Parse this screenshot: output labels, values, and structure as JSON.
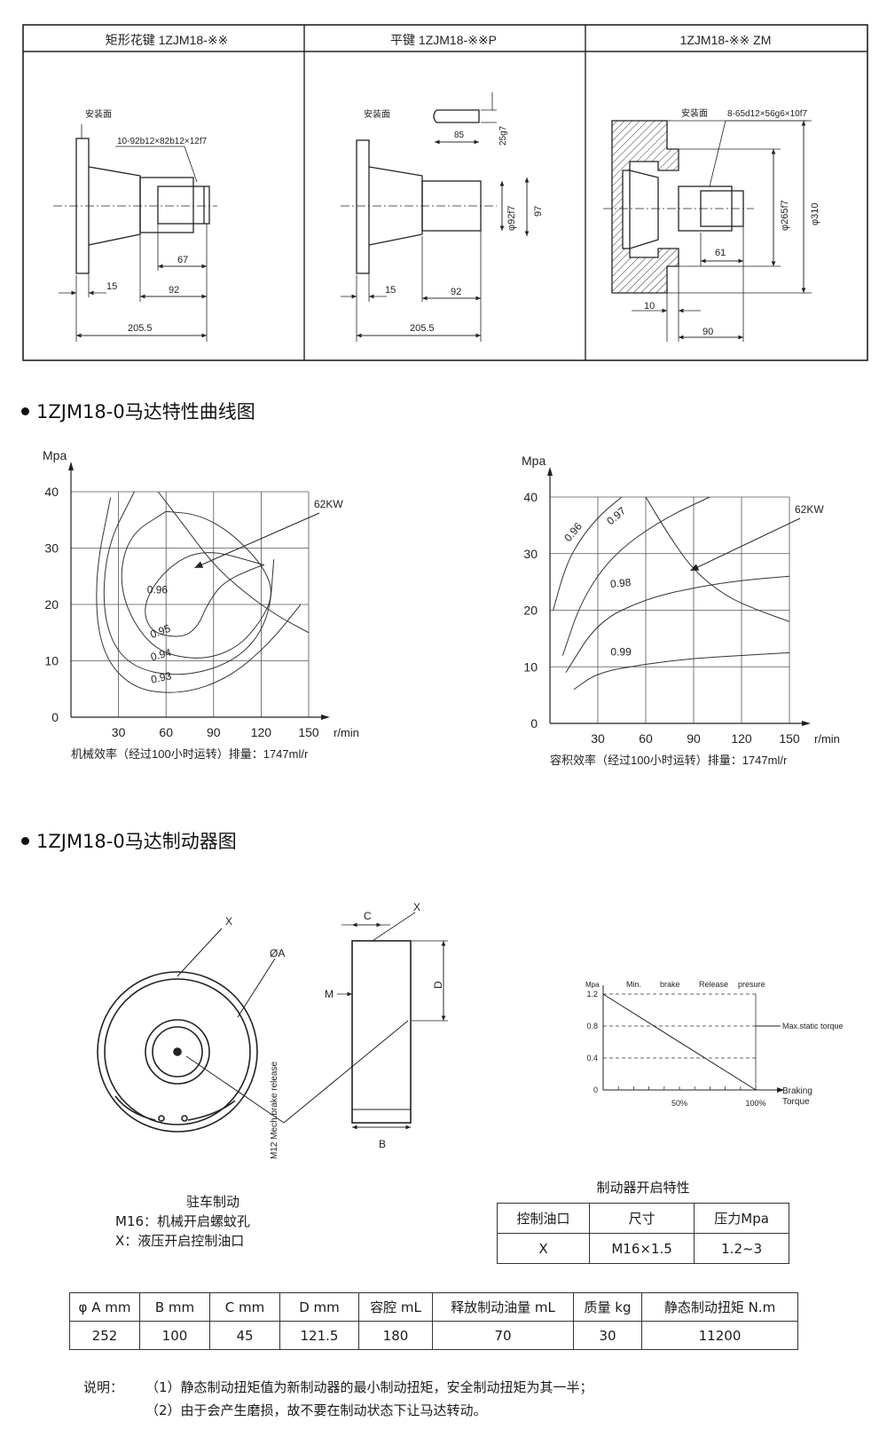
{
  "shaft_table": {
    "headers": [
      "矩形花键 1ZJM18-※※",
      "平键 1ZJM18-※※P",
      "1ZJM18-※※ ZM"
    ],
    "d1": {
      "face": "安装面",
      "spline": "10-92b12×82b12×12f7",
      "dims": [
        "67",
        "15",
        "92",
        "205.5"
      ]
    },
    "d2": {
      "face": "安装面",
      "dims": [
        "85",
        "25g7",
        "φ92f7",
        "97",
        "15",
        "92",
        "205.5"
      ]
    },
    "d3": {
      "face": "安装面",
      "spline": "8-65d12×56g6×10f7",
      "dims": [
        "φ265f7",
        "φ310",
        "61",
        "10",
        "90"
      ]
    }
  },
  "section1": {
    "title": "1ZJM18-0马达特性曲线图"
  },
  "chart_data": [
    {
      "type": "line",
      "title": "",
      "ylabel": "Mpa",
      "xlabel": "r/min",
      "caption": "机械效率（经过100小时运转）排量：1747ml/r",
      "x_ticks": [
        "30",
        "60",
        "90",
        "120",
        "150"
      ],
      "y_ticks": [
        "0",
        "10",
        "20",
        "30",
        "40"
      ],
      "xlim": [
        0,
        150
      ],
      "ylim": [
        0,
        40
      ],
      "contour_labels": [
        "0.96",
        "0.95",
        "0.94",
        "0.93"
      ],
      "power_curve_label": "62KW",
      "series": [
        {
          "name": "0.96",
          "x": [
            122,
            84,
            60,
            45,
            50,
            70,
            80,
            86,
            96,
            116,
            122
          ],
          "y": [
            27,
            30,
            26.5,
            20,
            15,
            14,
            16,
            20,
            24,
            26.5,
            27
          ]
        },
        {
          "name": "0.95",
          "x": [
            60,
            35,
            30,
            50,
            80,
            104,
            120,
            128,
            121,
            100,
            80,
            60
          ],
          "y": [
            36.5,
            32,
            22,
            12,
            10,
            12,
            17,
            22,
            27,
            33,
            36,
            36.5
          ]
        },
        {
          "name": "0.94",
          "x": [
            40,
            22,
            20,
            35,
            70,
            105,
            125,
            128
          ],
          "y": [
            40,
            30,
            17,
            9,
            7,
            10,
            17,
            28
          ]
        },
        {
          "name": "0.93",
          "x": [
            25,
            15,
            18,
            38,
            70,
            100,
            125,
            145
          ],
          "y": [
            39,
            25,
            12,
            5,
            4,
            7,
            13,
            20
          ]
        },
        {
          "name": "62KW",
          "x": [
            55,
            70,
            90,
            110,
            130,
            150
          ],
          "y": [
            40,
            34.5,
            27,
            22,
            18,
            15
          ]
        }
      ]
    },
    {
      "type": "line",
      "title": "",
      "ylabel": "Mpa",
      "xlabel": "r/min",
      "caption": "容积效率（经过100小时运转）排量：1747ml/r",
      "x_ticks": [
        "30",
        "60",
        "90",
        "120",
        "150"
      ],
      "y_ticks": [
        "0",
        "10",
        "20",
        "30",
        "40"
      ],
      "xlim": [
        0,
        150
      ],
      "ylim": [
        0,
        40
      ],
      "contour_labels": [
        "0.96",
        "0.97",
        "0.98",
        "0.99"
      ],
      "power_curve_label": "62KW",
      "series": [
        {
          "name": "0.96",
          "x": [
            2,
            10,
            20,
            32,
            45
          ],
          "y": [
            20,
            28,
            33,
            37,
            40
          ]
        },
        {
          "name": "0.97",
          "x": [
            8,
            20,
            40,
            70,
            100
          ],
          "y": [
            12,
            22,
            30,
            36,
            40
          ]
        },
        {
          "name": "0.98",
          "x": [
            10,
            30,
            60,
            90,
            120,
            150
          ],
          "y": [
            9,
            18,
            22,
            24,
            25.3,
            26
          ]
        },
        {
          "name": "0.99",
          "x": [
            15,
            30,
            60,
            90,
            120,
            150
          ],
          "y": [
            6,
            9,
            10.5,
            11.5,
            12,
            12.5
          ]
        },
        {
          "name": "62KW",
          "x": [
            60,
            75,
            90,
            110,
            130,
            150
          ],
          "y": [
            40,
            33,
            27,
            22.5,
            20,
            18
          ]
        }
      ]
    },
    {
      "type": "line",
      "title": "",
      "ylabel": "Mpa",
      "xlabel": "Braking Torque",
      "header_labels": [
        "Min.",
        "brake",
        "Release",
        "presure"
      ],
      "x_ticks": [
        "50%",
        "100%"
      ],
      "y_ticks": [
        "0",
        "0.4",
        "0.8",
        "1.2"
      ],
      "xlim": [
        0,
        100
      ],
      "ylim": [
        0,
        1.2
      ],
      "annotation": "Max.static torque",
      "series": [
        {
          "name": "",
          "x": [
            0,
            100
          ],
          "y": [
            1.2,
            0
          ]
        }
      ]
    }
  ],
  "section2": {
    "title": "1ZJM18-0马达制动器图"
  },
  "brake_drawing": {
    "labels": [
      "X",
      "ØA",
      "C",
      "X",
      "M",
      "D",
      "B",
      "M12 Mech.brake release"
    ],
    "caption_lines": [
      "驻车制动",
      "M16：机械开启螺蚊孔",
      "X：液压开启控制油口"
    ]
  },
  "brake_open_table": {
    "title": "制动器开启特性",
    "headers": [
      "控制油口",
      "尺寸",
      "压力Mpa"
    ],
    "row": [
      "X",
      "M16×1.5",
      "1.2~3"
    ]
  },
  "spec_table": {
    "headers": [
      "φ A mm",
      "B mm",
      "C mm",
      "D mm",
      "容腔 mL",
      "释放制动油量 mL",
      "质量 kg",
      "静态制动扭矩 N.m"
    ],
    "row": [
      "252",
      "100",
      "45",
      "121.5",
      "180",
      "70",
      "30",
      "11200"
    ]
  },
  "notes": {
    "label": "说明：",
    "lines": [
      "（1）静态制动扭矩值为新制动器的最小制动扭矩，安全制动扭矩为其一半；",
      "（2）由于会产生磨损，故不要在制动状态下让马达转动。"
    ]
  }
}
